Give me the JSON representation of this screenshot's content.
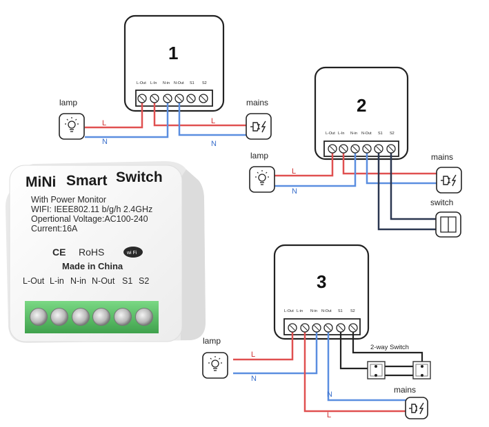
{
  "product": {
    "title_words": [
      "MiNi",
      "Smart",
      "Switch"
    ],
    "spec_lines": [
      "With Power Monitor",
      "WIFI: IEEE802.11 b/g/h 2.4GHz",
      "Opertional Voltage:AC100-240",
      "Current:16A"
    ],
    "ce_mark": "CE",
    "rohs_mark": "RoHS",
    "wifi_mark": "wi Fi",
    "made_in": "Made in China",
    "terminals": [
      "L-Out",
      "L-in",
      "N-in",
      "N-Out",
      "S1",
      "S2"
    ]
  },
  "colors": {
    "live_wire": "#e05050",
    "neutral_wire": "#5a8ee0",
    "switch_wire": "#2a3650",
    "terminal_block": "#5cc86a"
  },
  "diagram1": {
    "number": "1",
    "terminals": [
      "L-Out",
      "L-In",
      "N-in",
      "N-Out",
      "S1",
      "S2"
    ],
    "lamp_label": "lamp",
    "mains_label": "mains",
    "wire_l_left": "L",
    "wire_n_left": "N",
    "wire_l_right": "L",
    "wire_n_right": "N"
  },
  "diagram2": {
    "number": "2",
    "terminals": [
      "L-Out",
      "L-In",
      "N-in",
      "N-Out",
      "S1",
      "S2"
    ],
    "lamp_label": "lamp",
    "mains_label": "mains",
    "switch_label": "switch",
    "wire_l": "L",
    "wire_n": "N"
  },
  "diagram3": {
    "number": "3",
    "terminals": [
      "L-Out",
      "L-in",
      "N-in",
      "N-Out",
      "S1",
      "S2"
    ],
    "lamp_label": "lamp",
    "mains_label": "mains",
    "twoway_label": "2-way Switch",
    "wire_l_lamp": "L",
    "wire_n_lamp": "N",
    "wire_n_mains": "N",
    "wire_l_mains": "L"
  }
}
